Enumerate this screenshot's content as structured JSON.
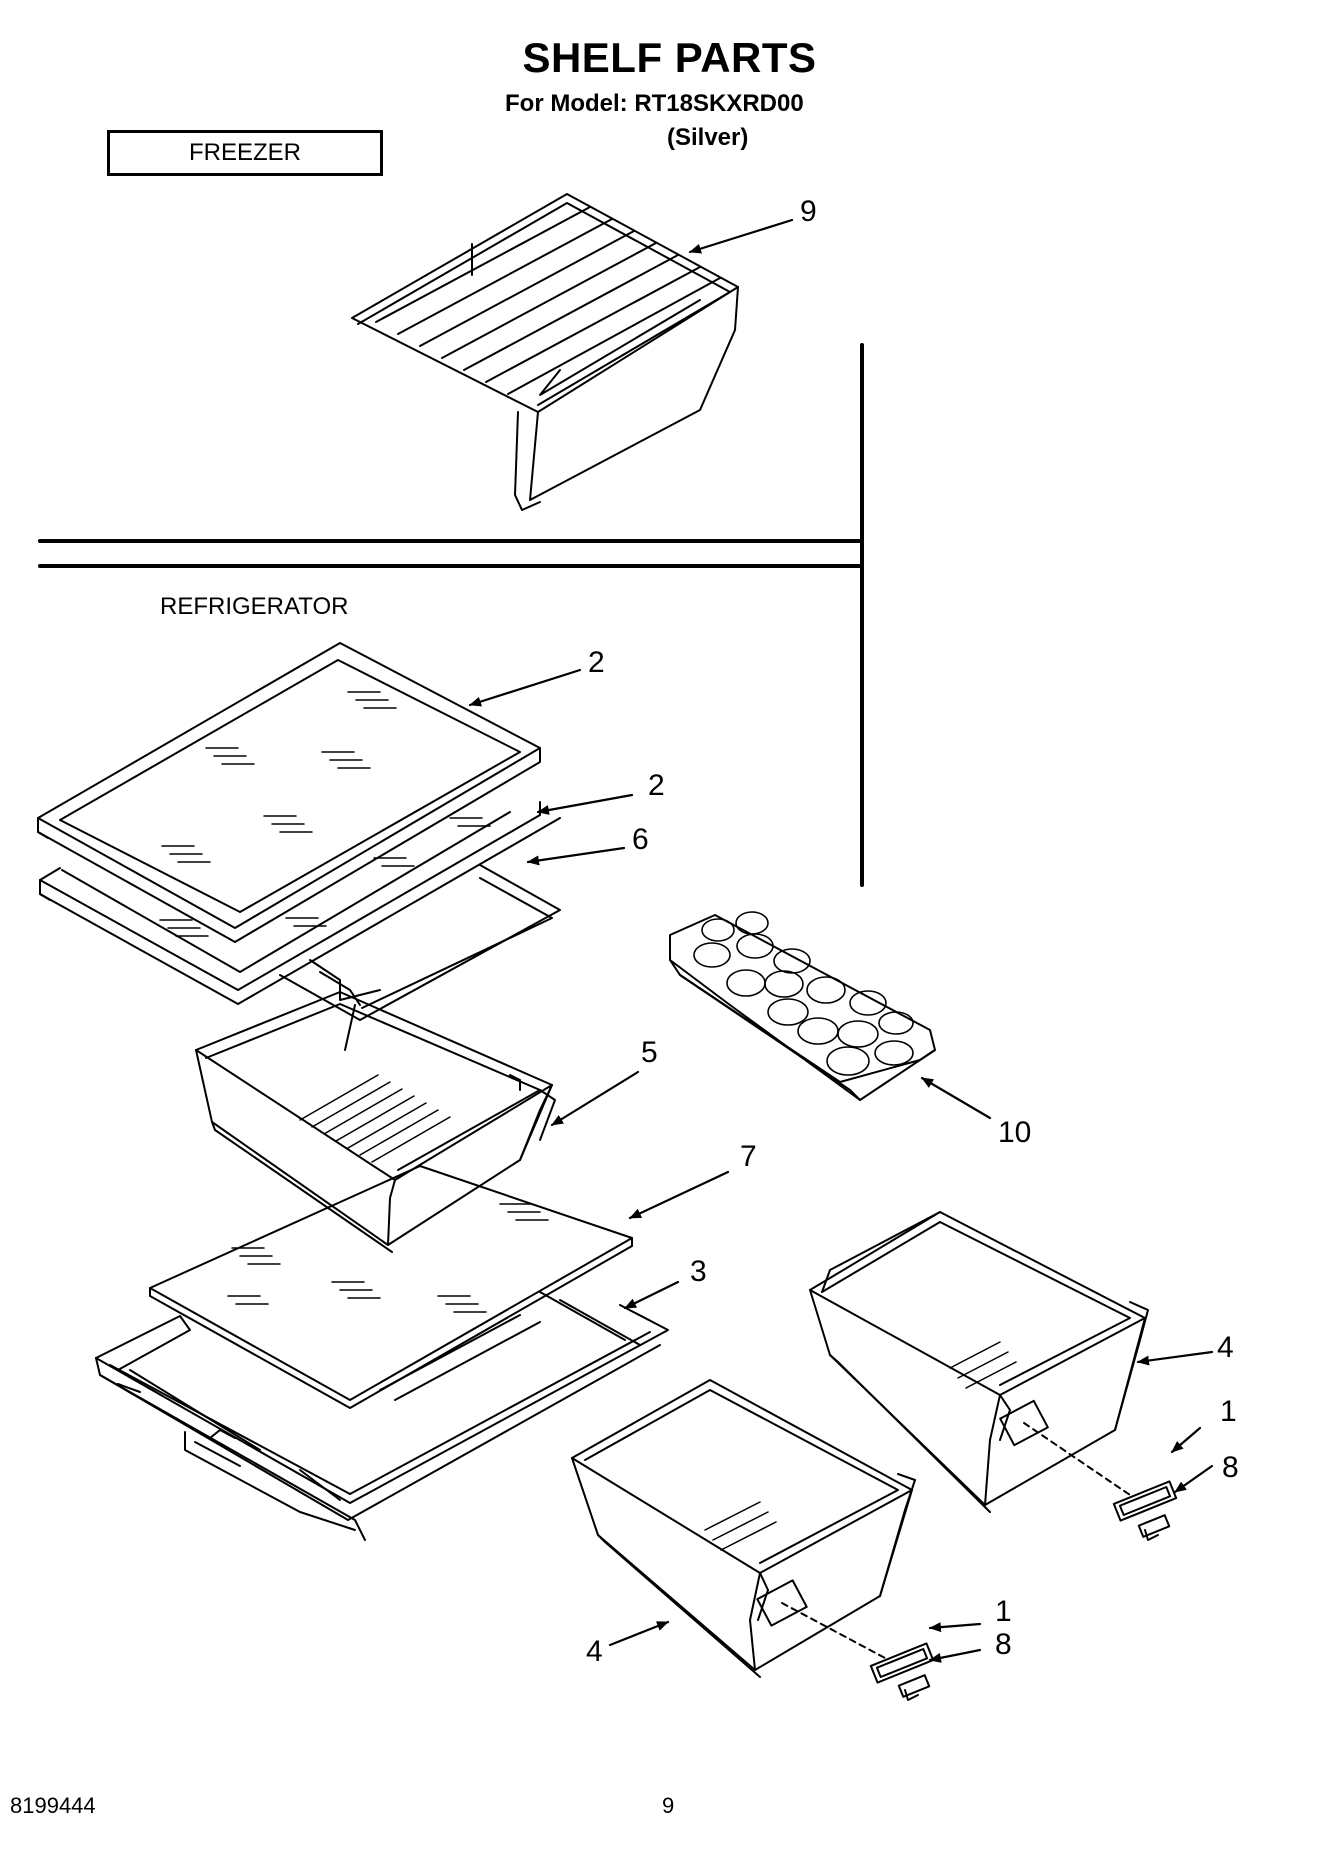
{
  "header": {
    "title": "SHELF PARTS",
    "model": "For Model: RT18SKXRD00",
    "color": "(Silver)"
  },
  "sections": {
    "freezer": "FREEZER",
    "refrigerator": "REFRIGERATOR"
  },
  "callouts": {
    "c9": "9",
    "c2a": "2",
    "c2b": "2",
    "c6": "6",
    "c5": "5",
    "c7": "7",
    "c3": "3",
    "c10": "10",
    "c4a": "4",
    "c1a": "1",
    "c8a": "8",
    "c4b": "4",
    "c1b": "1",
    "c8b": "8"
  },
  "footer": {
    "doc_number": "8199444",
    "page_number": "9"
  }
}
